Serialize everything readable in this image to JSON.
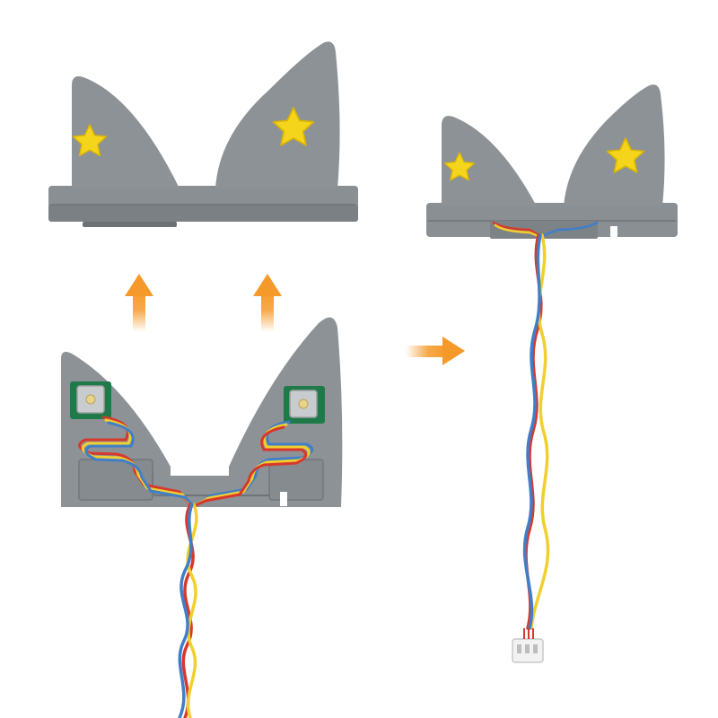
{
  "scene": {
    "description_visible_text": "",
    "colors": {
      "background": "#ffffff",
      "plastic_gray": "#8a8f94",
      "plastic_shadow": "#767b80",
      "star_yellow": "#f4d51c",
      "star_outline": "#e0b800",
      "arrow_orange": "#f59a2a",
      "wire_red": "#d8382b",
      "wire_yellow": "#f0cf2e",
      "wire_blue": "#3f7fc9",
      "pcb_green": "#1f7a4a",
      "button_metal": "#c9ccce",
      "connector_white": "#f2f2f2"
    },
    "parts": [
      {
        "name": "ear-cover-top-left",
        "star_count": 2
      },
      {
        "name": "ear-base-with-switches",
        "switch_count": 2
      },
      {
        "name": "assembled-ears-with-cable",
        "star_count": 2
      }
    ],
    "arrows": [
      {
        "name": "arrow-up-left",
        "direction": "up"
      },
      {
        "name": "arrow-up-right",
        "direction": "up"
      },
      {
        "name": "arrow-right",
        "direction": "right"
      }
    ]
  }
}
